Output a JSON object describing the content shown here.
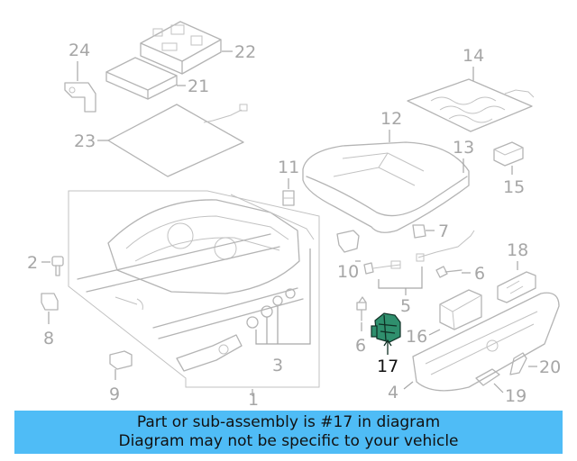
{
  "callouts": {
    "c1": "1",
    "c2": "2",
    "c3": "3",
    "c4": "4",
    "c5": "5",
    "c6a": "6",
    "c6b": "6",
    "c7": "7",
    "c8": "8",
    "c9": "9",
    "c10": "10",
    "c11": "11",
    "c12": "12",
    "c13": "13",
    "c14": "14",
    "c15": "15",
    "c16": "16",
    "c17": "17",
    "c18": "18",
    "c19": "19",
    "c20": "20",
    "c21": "21",
    "c22": "22",
    "c23": "23",
    "c24": "24"
  },
  "highlighted_part": "17",
  "colors": {
    "highlight": "#2f8f6d",
    "banner": "#4fbcf6",
    "line": "#b4b4b4"
  },
  "banner": {
    "line1": "Part or sub-assembly is #17 in diagram",
    "line2": "Diagram may not be specific to your vehicle"
  }
}
